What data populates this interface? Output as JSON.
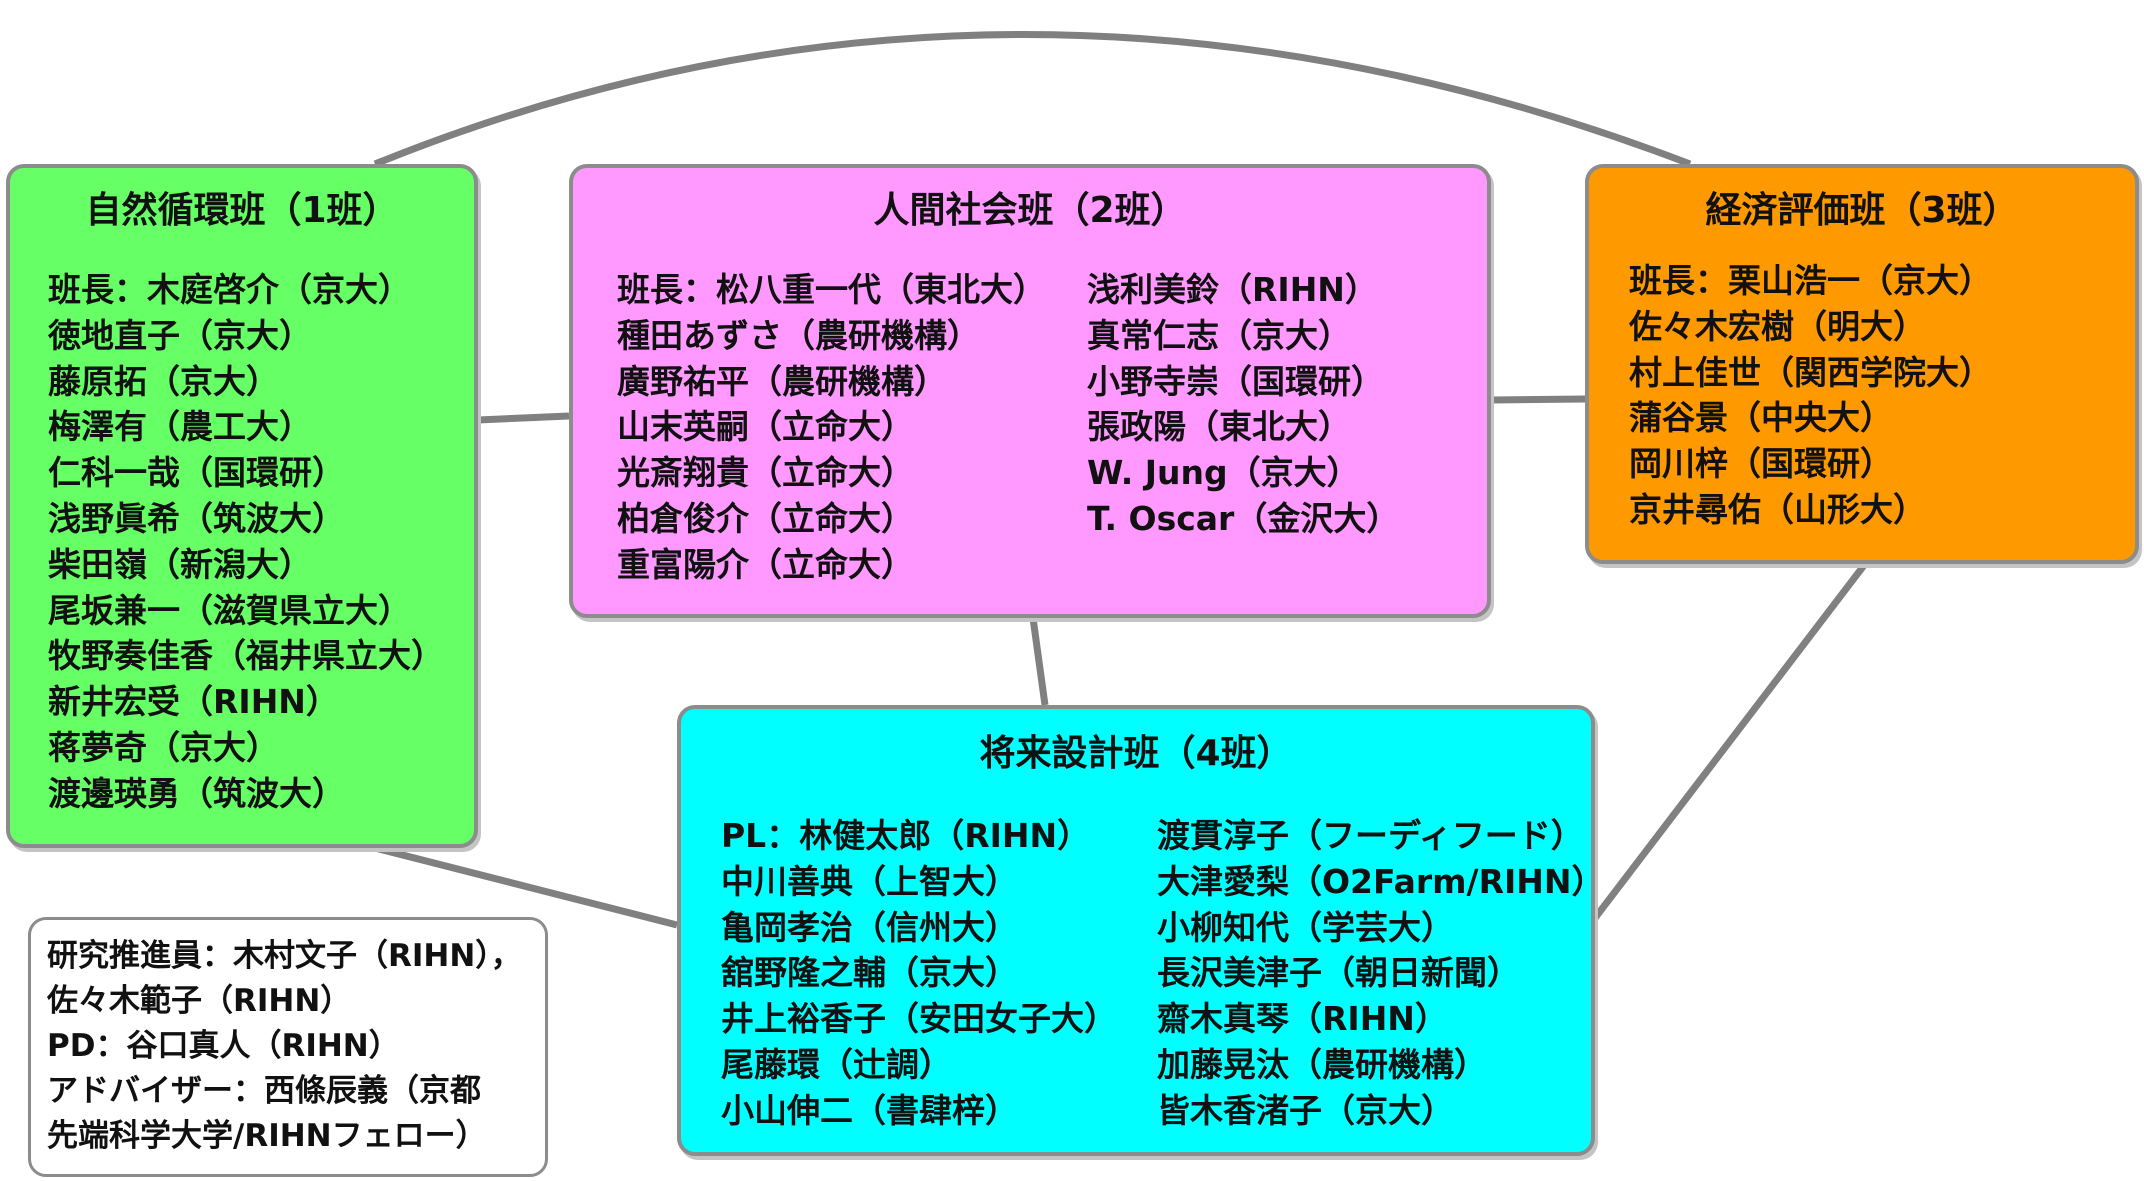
{
  "connector_color": "#808080",
  "groups": [
    {
      "title": "自然循環班（1班）",
      "fill": "#66ff66",
      "columns": [
        [
          "班長：木庭啓介（京大）",
          "徳地直子（京大）",
          "藤原拓（京大）",
          "梅澤有（農工大）",
          "仁科一哉（国環研）",
          "浅野眞希（筑波大）",
          "柴田嶺（新潟大）",
          "尾坂兼一（滋賀県立大）",
          "牧野奏佳香（福井県立大）",
          "新井宏受（RIHN）",
          "蒋夢奇（京大）",
          "渡邊瑛勇（筑波大）"
        ]
      ]
    },
    {
      "title": "人間社会班（2班）",
      "fill": "#ff99ff",
      "columns": [
        [
          "班長：松八重一代（東北大）",
          "種田あずさ（農研機構）",
          "廣野祐平（農研機構）",
          "山末英嗣（立命大）",
          "光斎翔貴（立命大）",
          "柏倉俊介（立命大）",
          "重富陽介（立命大）"
        ],
        [
          "浅利美鈴（RIHN）",
          "真常仁志（京大）",
          "小野寺崇（国環研）",
          "張政陽（東北大）",
          "W. Jung（京大）",
          "T. Oscar（金沢大）"
        ]
      ]
    },
    {
      "title": "経済評価班（3班）",
      "fill": "#ff9900",
      "columns": [
        [
          "班長：栗山浩一（京大）",
          "佐々木宏樹（明大）",
          "村上佳世（関西学院大）",
          "蒲谷景（中央大）",
          "岡川梓（国環研）",
          "京井尋佑（山形大）"
        ]
      ]
    },
    {
      "title": "将来設計班（4班）",
      "fill": "#00ffff",
      "columns": [
        [
          "PL：林健太郎（RIHN）",
          "中川善典（上智大）",
          "亀岡孝治（信州大）",
          "舘野隆之輔（京大）",
          "井上裕香子（安田女子大）",
          "尾藤環（辻調）",
          "小山伸二（書肆梓）"
        ],
        [
          "渡貫淳子（フーディフード）",
          "大津愛梨（O2Farm/RIHN）",
          "小柳知代（学芸大）",
          "長沢美津子（朝日新聞）",
          "齋木真琴（RIHN）",
          "加藤晃汰（農研機構）",
          "皆木香渚子（京大）"
        ]
      ]
    }
  ],
  "note": {
    "lines": [
      "研究推進員：木村文子（RIHN），",
      "佐々木範子（RIHN）",
      "PD：谷口真人（RIHN）",
      "アドバイザー：西條辰義（京都",
      "先端科学大学/RIHNフェロー）"
    ]
  }
}
